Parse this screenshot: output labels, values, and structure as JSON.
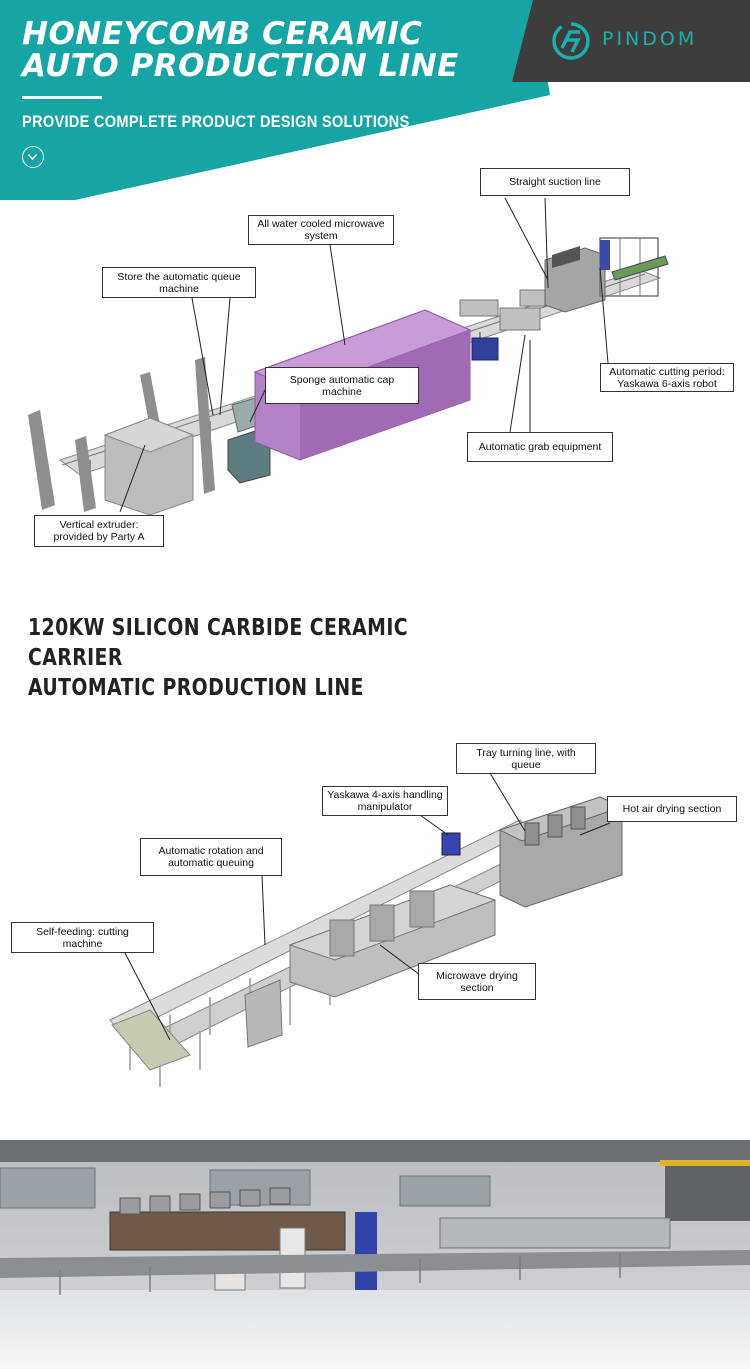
{
  "header": {
    "title_line1": "HONEYCOMB CERAMIC",
    "title_line2": "AUTO PRODUCTION LINE",
    "subtitle": "PROVIDE COMPLETE PRODUCT DESIGN SOLUTIONS",
    "brand": "PINDOM",
    "brand_color": "#1ab0ad",
    "banner_color": "#16a5a4",
    "logo_bg_color": "#3d3d3d",
    "expand_icon": "chevron-down-circle-icon"
  },
  "diagram1": {
    "callouts": {
      "straight_suction": "Straight suction line",
      "water_cooled": "All water cooled microwave system",
      "queue_machine": "Store the automatic queue machine",
      "sponge_cap": "Sponge automatic cap machine",
      "cutting_period": "Automatic cutting period: Yaskawa 6-axis robot",
      "grab_equipment": "Automatic grab equipment",
      "vertical_extruder": "Vertical extruder: provided by Party A"
    },
    "microwave_color": "#b483c6"
  },
  "section2": {
    "heading_line1": "120KW SILICON CARBIDE CERAMIC CARRIER",
    "heading_line2": "AUTOMATIC PRODUCTION LINE"
  },
  "diagram2": {
    "callouts": {
      "tray_turning": "Tray turning line, with queue",
      "yaskawa_4axis": "Yaskawa 4-axis handling manipulator",
      "hot_air": "Hot air drying section",
      "rotation_queuing": "Automatic rotation and automatic queuing",
      "self_feeding": "Self-feeding: cutting machine",
      "microwave_drying": "Microwave drying section"
    }
  }
}
